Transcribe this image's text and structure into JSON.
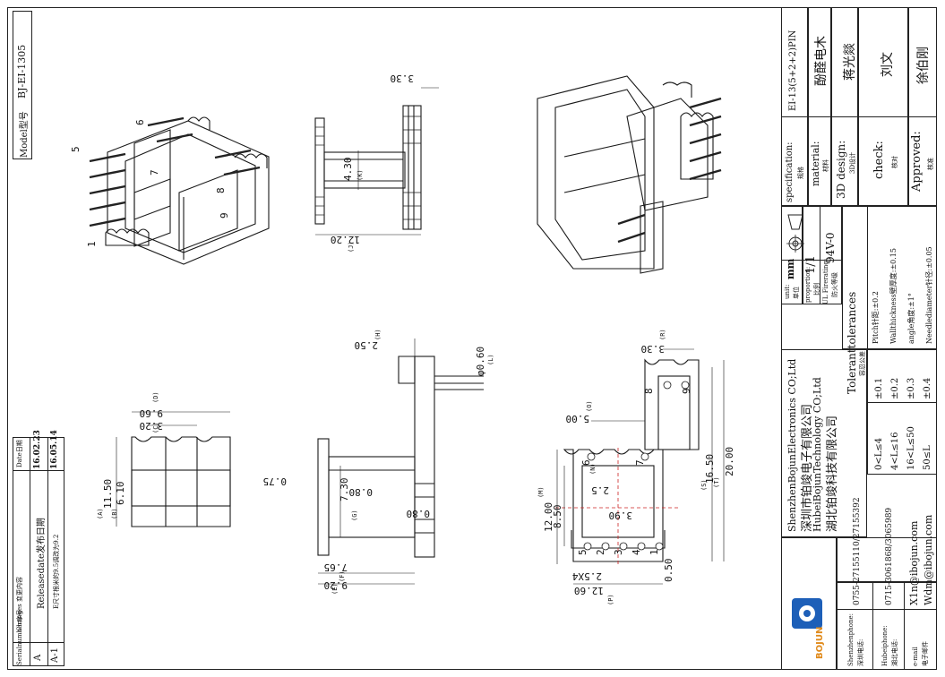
{
  "model_label": "Model型号",
  "model_value": "BJ-EI-1305",
  "changes": {
    "headers": [
      "Serialnumber序号",
      "Changes 变更内容",
      "Date日期"
    ],
    "rows": [
      {
        "serial": "A",
        "change": "Releasedate发布日期",
        "date": "16.02.23"
      },
      {
        "serial": "A-1",
        "change": "E尺寸根米的9.5调改为9.2",
        "date": "16.05.14"
      }
    ]
  },
  "title_block": {
    "spec_label": "specification:",
    "spec_sub": "规格",
    "spec_value": "EI-13(5+2+2)PIN",
    "material_label": "material:",
    "material_sub": "材料",
    "material_value": "酚醛电木",
    "design_label": "3D design:",
    "design_sub": "3D设计",
    "design_value": "蒋光燚",
    "check_label": "check:",
    "check_sub": "核对",
    "check_value": "刘文",
    "approved_label": "Approved:",
    "approved_sub": "核准",
    "approved_value": "徐伯刚",
    "unit_label": "unit:",
    "unit_sub": "单位",
    "unit_value": "mm",
    "proportion_label": "proportion:",
    "proportion_sub": "比例",
    "proportion_value": "1/1",
    "fire_label": "UL Firerating:",
    "fire_sub": "防火等级",
    "fire_value": "94V-0",
    "tol_title": "Toleranttolerances",
    "tol_sub": "容忍公差",
    "tol_rows": [
      {
        "range": "0<L≤4",
        "val": "±0.1"
      },
      {
        "range": "4<L≤16",
        "val": "±0.2"
      },
      {
        "range": "16<L≤50",
        "val": "±0.3"
      },
      {
        "range": "50≤L",
        "val": "±0.4"
      }
    ],
    "tol_notes": [
      "Pitch针距:±0.2",
      "Wallthickness壁厚度:±0.15",
      "angle角度:±1°",
      "Needlediameter针径:±0.05"
    ],
    "company": [
      "ShenzhenBojunElectronics CO;Ltd",
      "深圳市铂竣电子有限公司",
      "HubeiBojunTechnology CO;Ltd",
      "湖北铂竣科技有限公司"
    ],
    "logo_text": "BOJUN",
    "contacts": [
      {
        "label": "Shenzhenphone:",
        "sub": "深圳电话:",
        "value": "0755-27155110/27155392"
      },
      {
        "label": "Hubeiphone:",
        "sub": "湖北电话:",
        "value": "0715-3061868/3065989"
      },
      {
        "label": "e-mail",
        "sub": "电子邮件",
        "value": "X1n@ibojun.com",
        "value2": "Wdm@ibojun.com"
      }
    ]
  },
  "drawing": {
    "pin_numbers": [
      "5",
      "6",
      "7",
      "8",
      "9",
      "1"
    ],
    "top_view_dims": [
      "3.30",
      "4.30",
      "12.20"
    ],
    "top_view_tags": [
      "(K)",
      "(J)"
    ],
    "side_dims": [
      "2.50",
      "φ0.60",
      "0.75",
      "7.30",
      "0.80",
      "0.80",
      "7.65",
      "9.20"
    ],
    "side_tags": [
      "(H)",
      "(L)",
      "(G)",
      "(F)",
      "(E)"
    ],
    "front_dims": [
      "9.60",
      "3.20",
      "11.50",
      "6.10"
    ],
    "front_tags": [
      "(D)",
      "(C)",
      "(A)",
      "(B)"
    ],
    "bottom_dims": [
      "3.30",
      "5.00",
      "2.5",
      "3.90",
      "12.00",
      "8.50",
      "16.50",
      "20.00",
      "0.50",
      "2.5X4",
      "12.60"
    ],
    "bottom_tags": [
      "(R)",
      "(O)",
      "(N)",
      "(M)",
      "(S)",
      "(T)",
      "(P)"
    ],
    "bottom_pins": [
      "8",
      "9",
      "6",
      "7",
      "5",
      "1",
      "3",
      "2",
      "4"
    ]
  }
}
